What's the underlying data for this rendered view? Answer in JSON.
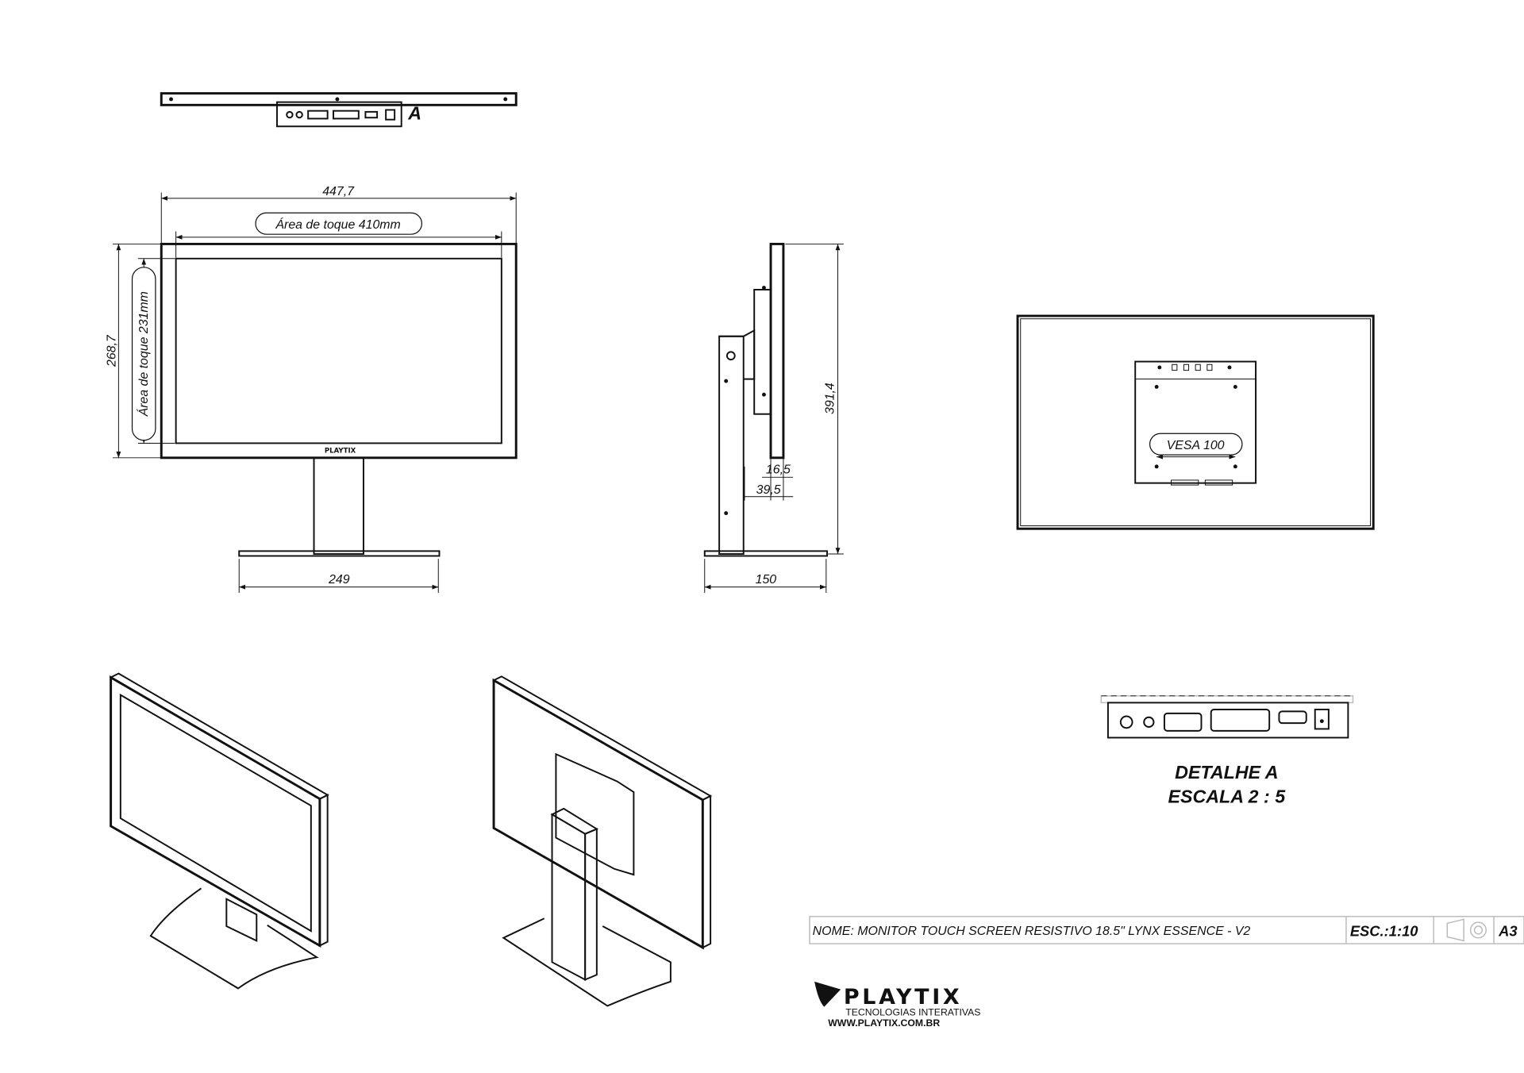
{
  "views": {
    "top_detail_label": "A",
    "front": {
      "width_dim": "447,7",
      "touch_width": "Área de toque 410mm",
      "height_dim": "268,7",
      "touch_height": "Área de toque 231mm",
      "base_dim": "249",
      "bezel_logo": "PLAYTIX"
    },
    "side": {
      "height_dim": "391,4",
      "depth_dim_1": "16,5",
      "depth_dim_2": "39,5",
      "base_dim": "150"
    },
    "back": {
      "vesa_label": "VESA 100"
    },
    "detail": {
      "title": "DETALHE A",
      "scale": "ESCALA 2 : 5"
    }
  },
  "title_block": {
    "name": "NOME: MONITOR TOUCH SCREEN RESISTIVO 18.5\" LYNX ESSENCE - V2",
    "scale": "ESC.:1:10",
    "projection_icon": "first-angle-projection-icon",
    "sheet": "A3"
  },
  "company": {
    "logo": "PLAYTIX",
    "tagline": "TECNOLOGIAS INTERATIVAS",
    "website": "WWW.PLAYTIX.COM.BR"
  }
}
